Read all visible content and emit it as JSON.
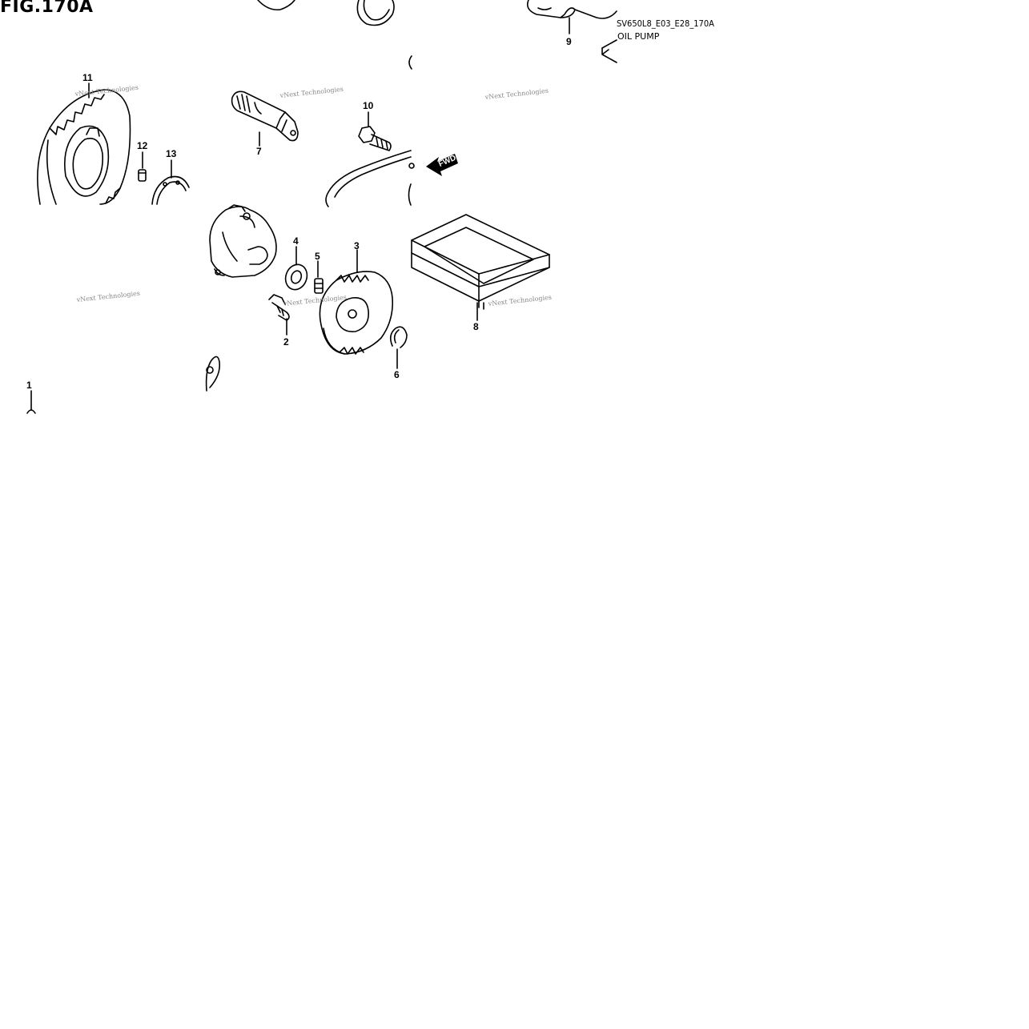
{
  "figure": {
    "title": "FIG.170A",
    "code": "SV650L8_E03_E28_170A",
    "name": "OIL PUMP"
  },
  "watermark": "vNext Technologies",
  "direction_marker": "FWD",
  "callouts": [
    {
      "id": "1",
      "label": "1"
    },
    {
      "id": "2",
      "label": "2"
    },
    {
      "id": "3",
      "label": "3"
    },
    {
      "id": "4",
      "label": "4"
    },
    {
      "id": "5",
      "label": "5"
    },
    {
      "id": "6",
      "label": "6"
    },
    {
      "id": "7",
      "label": "7"
    },
    {
      "id": "8",
      "label": "8"
    },
    {
      "id": "9",
      "label": "9"
    },
    {
      "id": "10",
      "label": "10"
    },
    {
      "id": "11",
      "label": "11"
    },
    {
      "id": "12",
      "label": "12"
    },
    {
      "id": "13",
      "label": "13"
    }
  ]
}
